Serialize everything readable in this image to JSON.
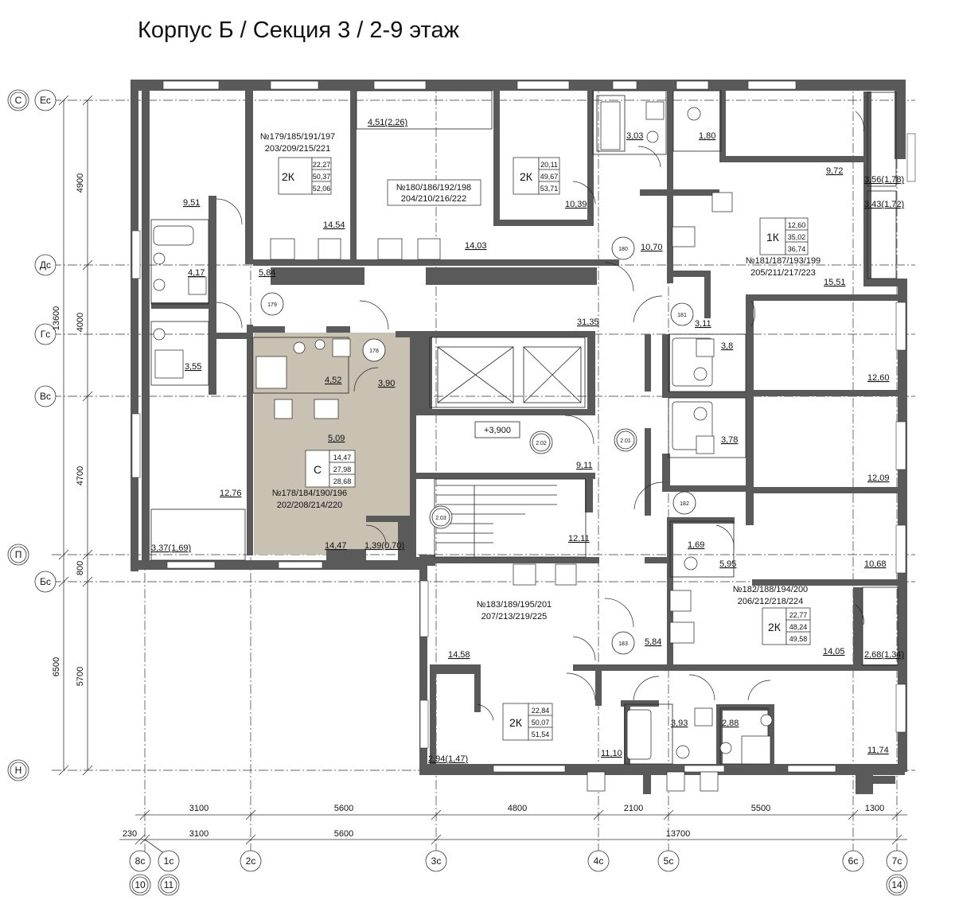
{
  "title": "Корпус Б / Секция 3 / 2-9 этаж",
  "axes_rows": [
    {
      "id": "row-C",
      "label": "С"
    },
    {
      "id": "row-Ec",
      "label": "Ес"
    },
    {
      "id": "row-Dc",
      "label": "Дс"
    },
    {
      "id": "row-Gc",
      "label": "Гс"
    },
    {
      "id": "row-Vc",
      "label": "Вс"
    },
    {
      "id": "row-P",
      "label": "П"
    },
    {
      "id": "row-Bc",
      "label": "Бс"
    },
    {
      "id": "row-N",
      "label": "Н"
    }
  ],
  "axes_cols": [
    {
      "id": "col-8c",
      "label": "8с"
    },
    {
      "id": "col-10",
      "label": "10"
    },
    {
      "id": "col-1c",
      "label": "1с"
    },
    {
      "id": "col-11",
      "label": "11"
    },
    {
      "id": "col-2c",
      "label": "2с"
    },
    {
      "id": "col-3c",
      "label": "3с"
    },
    {
      "id": "col-4c",
      "label": "4с"
    },
    {
      "id": "col-5c",
      "label": "5с"
    },
    {
      "id": "col-6c",
      "label": "6с"
    },
    {
      "id": "col-7c",
      "label": "7с"
    },
    {
      "id": "col-14",
      "label": "14"
    }
  ],
  "dims_left": {
    "d4900": "4900",
    "d13600": "13600",
    "d4000": "4000",
    "d4700": "4700",
    "d800": "800",
    "d6500": "6500",
    "d5700": "5700"
  },
  "dims_bottom_row1": [
    "3100",
    "5600",
    "4800",
    "2100",
    "5500",
    "1300"
  ],
  "dims_bottom_row2": [
    "230",
    "3100",
    "5600",
    "13700"
  ],
  "apartments": {
    "a179": {
      "line1": "№179/185/191/197",
      "line2": "203/209/215/221",
      "type": "2К",
      "v1": "22,27",
      "v2": "50,37",
      "v3": "52,06"
    },
    "a180": {
      "line1": "№180/186/192/198",
      "line2": "204/210/216/222",
      "type": "2К",
      "v1": "20,11",
      "v2": "49,67",
      "v3": "53,71"
    },
    "a181": {
      "line1": "№181/187/193/199",
      "line2": "205/211/217/223",
      "type": "1К",
      "v1": "12,60",
      "v2": "35,02",
      "v3": "36,74"
    },
    "a178": {
      "line1": "№178/184/190/196",
      "line2": "202/208/214/220",
      "type": "С",
      "v1": "14,47",
      "v2": "27,98",
      "v3": "28,68"
    },
    "a183": {
      "line1": "№183/189/195/201",
      "line2": "207/213/219/225",
      "type": "2К",
      "v1": "22,84",
      "v2": "50,07",
      "v3": "51,54"
    },
    "a182": {
      "line1": "№182/188/194/200",
      "line2": "206/212/218/224",
      "type": "2К",
      "v1": "22,77",
      "v2": "48,24",
      "v3": "49,58"
    }
  },
  "room_areas": {
    "r451": "4,51(2,26)",
    "r951": "9,51",
    "r1454": "14,54",
    "r303": "3,03",
    "r180b": "1,80",
    "r972": "9,72",
    "r356": "3,56(1,78)",
    "r343": "3,43(1,72)",
    "r1039": "10,39",
    "r1403": "14,03",
    "r1070": "10,70",
    "r417": "4,17",
    "r584": "5,84",
    "r1551": "15,51",
    "r3135": "31,35",
    "r311": "3,11",
    "r355": "3,55",
    "r452": "4,52",
    "r390": "3,90",
    "r38": "3,8",
    "r1260": "12,60",
    "r509": "5,09",
    "r378": "3,78",
    "r1209": "12,09",
    "r911": "9,11",
    "r1276": "12,76",
    "r1211": "12,11",
    "r169": "1,69",
    "r337": "3,37(1,69)",
    "r1447": "14,47",
    "r139": "1,39(0,70)",
    "r595": "5,95",
    "r1068": "10,68",
    "r1458": "14,58",
    "r584b": "5,84",
    "r1405": "14,05",
    "r268": "2,68(1,34)",
    "r393": "3,93",
    "r288": "2,88",
    "r294": "2,94(1,47)",
    "r1110": "11,10",
    "r1174": "11,74"
  },
  "markers": {
    "m179": "179",
    "m180": "180",
    "m181": "181",
    "m178": "178",
    "m182": "182",
    "m183": "183",
    "m201": "2.01",
    "m202": "2.02",
    "m203": "2.03"
  },
  "level": "+3,900",
  "colors": {
    "wall": "#5a5a5a",
    "line": "#222222",
    "highlight": "#c8c1b2"
  }
}
